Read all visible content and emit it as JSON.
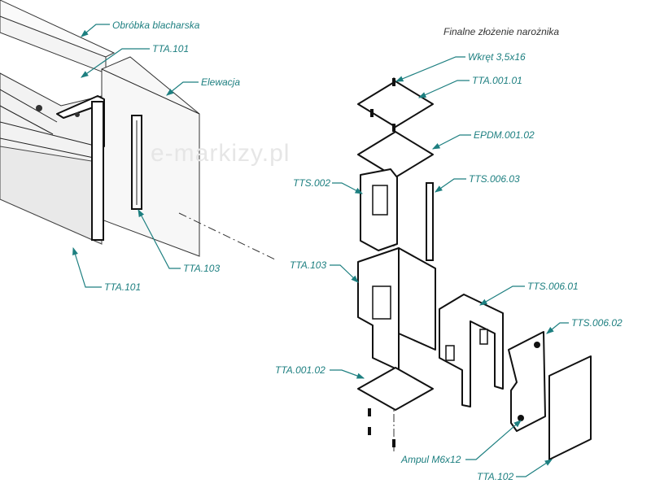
{
  "title": "Finalne złożenie narożnika",
  "watermark": "e-markizy.pl",
  "accent_color": "#1d7f80",
  "left_labels": {
    "obrobka": "Obróbka blacharska",
    "tta101_top": "TTA.101",
    "elewacja": "Elewacja",
    "tta103": "TTA.103",
    "tta101_bottom": "TTA.101"
  },
  "right_labels": {
    "wkret": "Wkręt 3,5x16",
    "tta00101": "TTA.001.01",
    "epdm": "EPDM.001.02",
    "tts002": "TTS.002",
    "tts00603": "TTS.006.03",
    "tta103": "TTA.103",
    "tts00601": "TTS.006.01",
    "tts00602": "TTS.006.02",
    "tta00102": "TTA.001.02",
    "ampul": "Ampul M6x12",
    "tta102": "TTA.102"
  }
}
